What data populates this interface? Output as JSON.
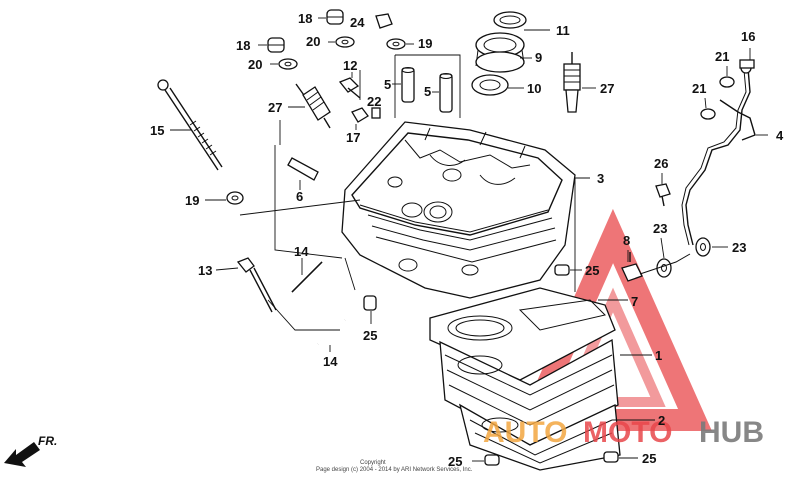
{
  "callouts": [
    {
      "id": "c18a",
      "text": "18"
    },
    {
      "id": "c24",
      "text": "24"
    },
    {
      "id": "c20a",
      "text": "20"
    },
    {
      "id": "c19a",
      "text": "19"
    },
    {
      "id": "c18b",
      "text": "18"
    },
    {
      "id": "c20b",
      "text": "20"
    },
    {
      "id": "c12",
      "text": "12"
    },
    {
      "id": "c22",
      "text": "22"
    },
    {
      "id": "c5a",
      "text": "5"
    },
    {
      "id": "c5b",
      "text": "5"
    },
    {
      "id": "c11",
      "text": "11"
    },
    {
      "id": "c9",
      "text": "9"
    },
    {
      "id": "c10",
      "text": "10"
    },
    {
      "id": "c27a",
      "text": "27"
    },
    {
      "id": "c27b",
      "text": "27"
    },
    {
      "id": "c17",
      "text": "17"
    },
    {
      "id": "c15",
      "text": "15"
    },
    {
      "id": "c6",
      "text": "6"
    },
    {
      "id": "c3",
      "text": "3"
    },
    {
      "id": "c16",
      "text": "16"
    },
    {
      "id": "c21a",
      "text": "21"
    },
    {
      "id": "c21b",
      "text": "21"
    },
    {
      "id": "c4",
      "text": "4"
    },
    {
      "id": "c26",
      "text": "26"
    },
    {
      "id": "c19b",
      "text": "19"
    },
    {
      "id": "c8",
      "text": "8"
    },
    {
      "id": "c23a",
      "text": "23"
    },
    {
      "id": "c23b",
      "text": "23"
    },
    {
      "id": "c14a",
      "text": "14"
    },
    {
      "id": "c13",
      "text": "13"
    },
    {
      "id": "c25a",
      "text": "25"
    },
    {
      "id": "c7",
      "text": "7"
    },
    {
      "id": "c25b",
      "text": "25"
    },
    {
      "id": "c14b",
      "text": "14"
    },
    {
      "id": "c1",
      "text": "1"
    },
    {
      "id": "c2",
      "text": "2"
    },
    {
      "id": "c25c",
      "text": "25"
    },
    {
      "id": "c25d",
      "text": "25"
    }
  ],
  "direction_label": "FR.",
  "copyright": {
    "line1": "Copyright",
    "line2": "Page design (c) 2004 - 2014 by ARI Network Services, Inc."
  },
  "watermark": {
    "part1": "AUTO",
    "part2": "MOTO",
    "part3": "HUB",
    "triangle_color": "#e8474a",
    "accent_color": "#f2a640"
  }
}
